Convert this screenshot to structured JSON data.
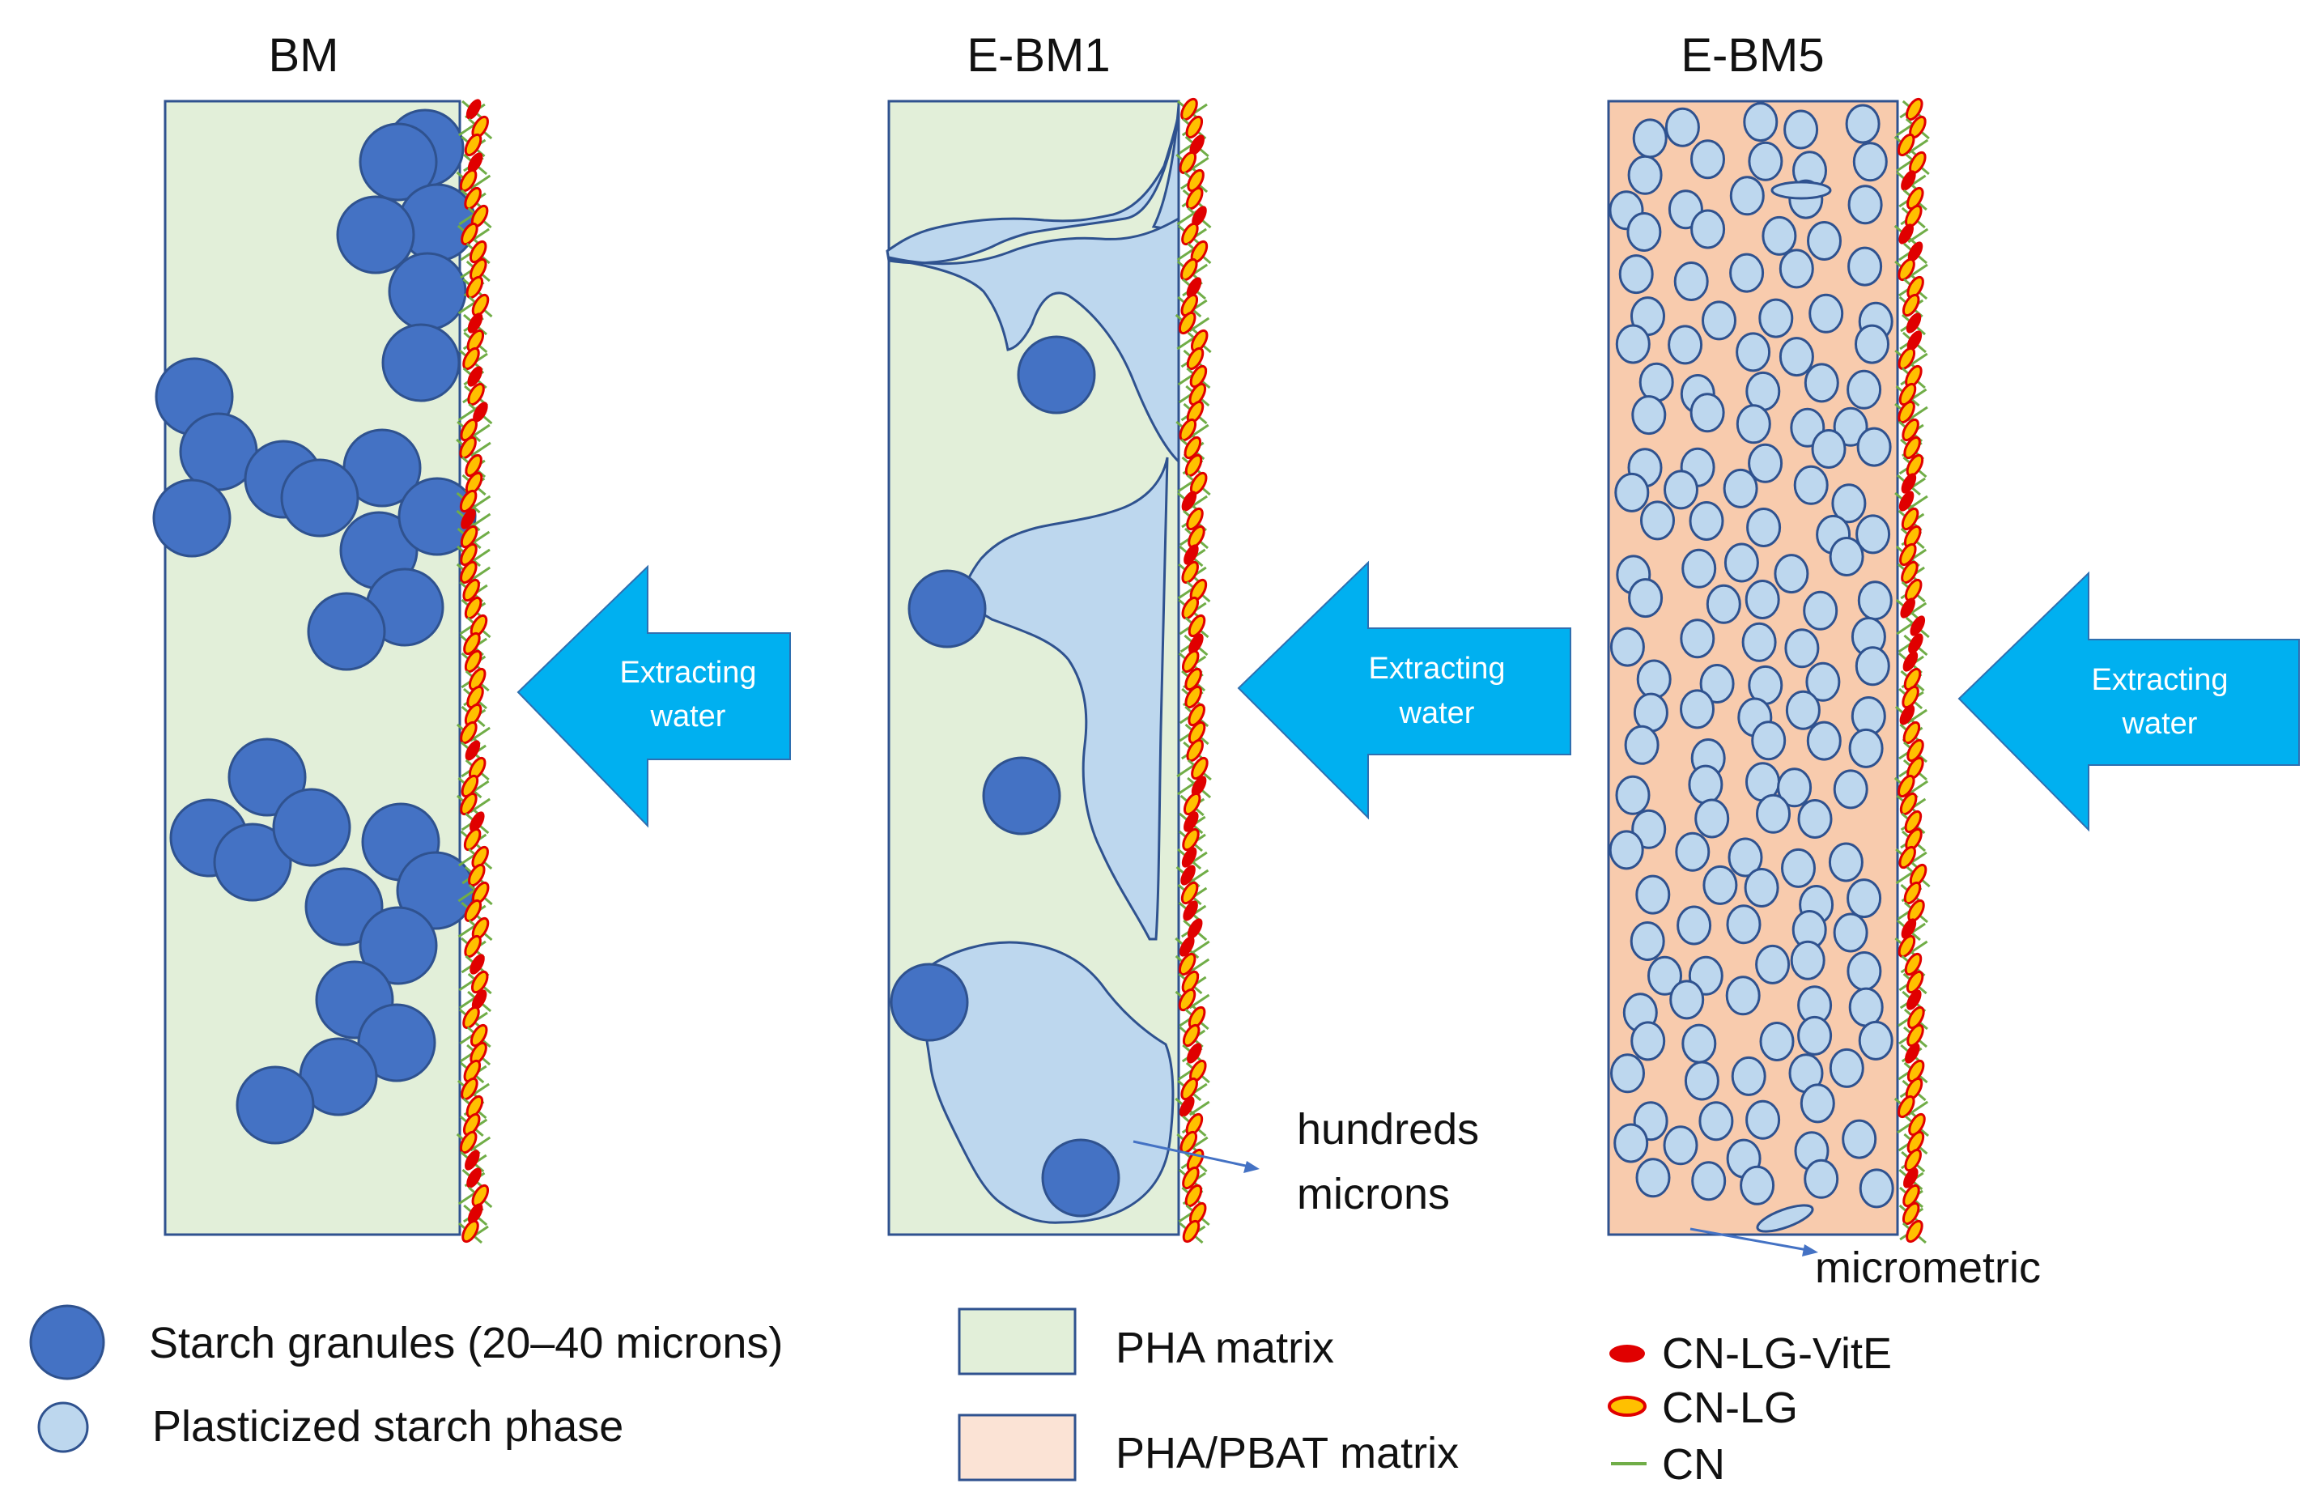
{
  "panels": [
    {
      "title": "BM"
    },
    {
      "title": "E-BM1"
    },
    {
      "title": "E-BM5"
    }
  ],
  "arrows": {
    "line1": "Extracting",
    "line2": "water"
  },
  "annotations": {
    "hundreds_line1": "hundreds",
    "hundreds_line2": "microns",
    "micrometric": "micrometric"
  },
  "legend": {
    "starch_granules": "Starch granules (20–40 microns)",
    "plasticized_starch": "Plasticized starch phase",
    "pha_matrix": "PHA matrix",
    "pha_pbat_matrix": "PHA/PBAT matrix",
    "cn_lg_vite": "CN-LG-VitE",
    "cn_lg": "CN-LG",
    "cn": "CN"
  },
  "colors": {
    "pha_matrix": "#e2efd9",
    "pha_pbat_matrix": "#f8cbad",
    "starch_granule": "#4472c4",
    "plasticized_starch": "#bdd7ee",
    "outline": "#2f528f",
    "arrow": "#00b0f0",
    "cn_lg_vite": "#e00000",
    "cn_lg": "#ffc000",
    "cn": "#70ad47"
  }
}
